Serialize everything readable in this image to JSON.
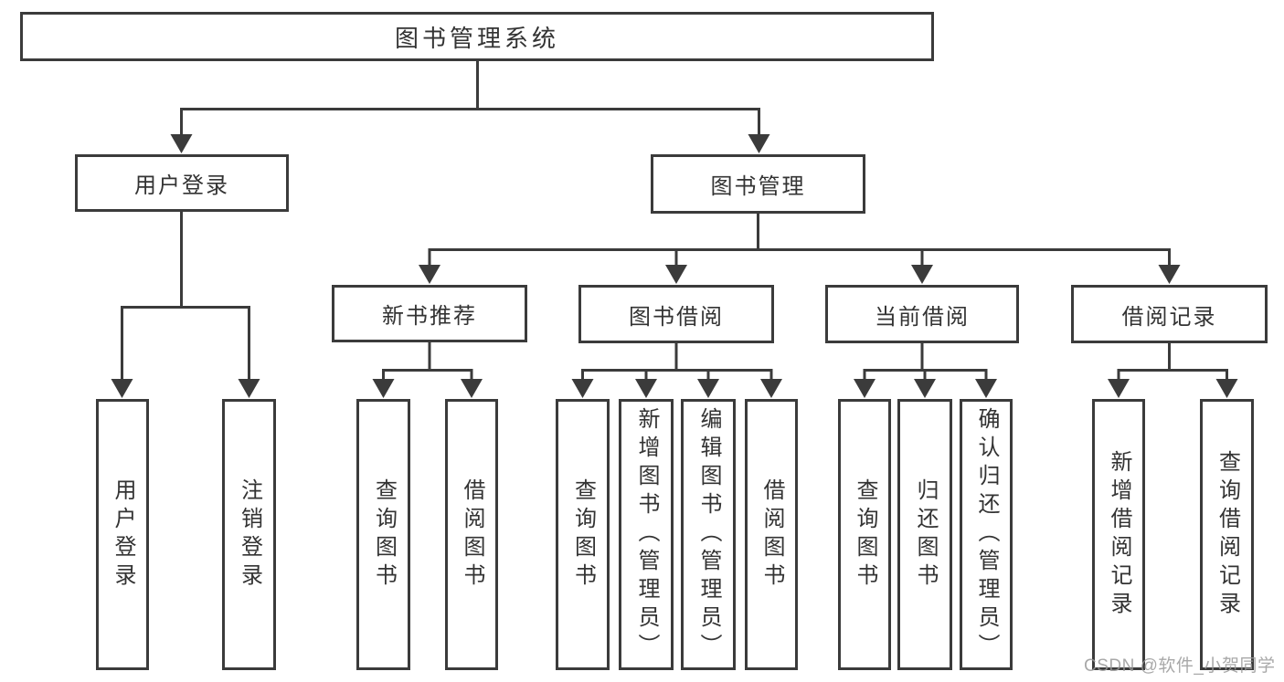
{
  "tree": {
    "root": {
      "label": "图书管理系统"
    },
    "branches": [
      {
        "label": "用户登录",
        "children": [
          {
            "label": "用户登录"
          },
          {
            "label": "注销登录"
          }
        ]
      },
      {
        "label": "图书管理",
        "children": [
          {
            "label": "新书推荐",
            "children": [
              {
                "label": "查询图书"
              },
              {
                "label": "借阅图书"
              }
            ]
          },
          {
            "label": "图书借阅",
            "children": [
              {
                "label": "查询图书"
              },
              {
                "label": "新增图书（管理员）"
              },
              {
                "label": "编辑图书（管理员）"
              },
              {
                "label": "借阅图书"
              }
            ]
          },
          {
            "label": "当前借阅",
            "children": [
              {
                "label": "查询图书"
              },
              {
                "label": "归还图书"
              },
              {
                "label": "确认归还（管理员）"
              }
            ]
          },
          {
            "label": "借阅记录",
            "children": [
              {
                "label": "新增借阅记录"
              },
              {
                "label": "查询借阅记录"
              }
            ]
          }
        ]
      }
    ]
  },
  "watermark": {
    "text": "CSDN @软件_小贺同学"
  },
  "colors": {
    "line": "#3b3b3b",
    "text": "#333333",
    "background": "#ffffff",
    "watermark": "#9a9a9a"
  }
}
